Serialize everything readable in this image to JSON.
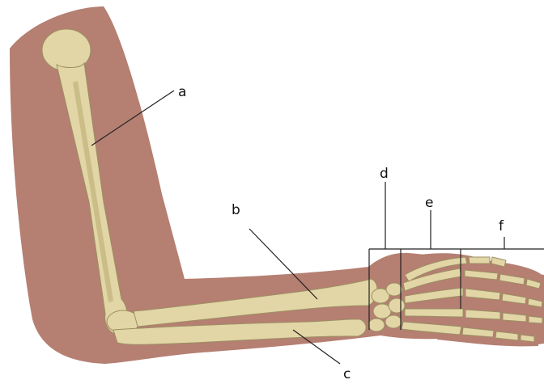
{
  "colors": {
    "skin": "#b57f72",
    "skin_edge": "#a4706a",
    "bone": "#e2d6a6",
    "bone_outline": "#9c8f62",
    "leader_line": "#222222",
    "background": "#ffffff"
  },
  "diagram": {
    "labels": {
      "a": "a",
      "b": "b",
      "c": "c",
      "d": "d",
      "e": "e",
      "f": "f"
    }
  }
}
